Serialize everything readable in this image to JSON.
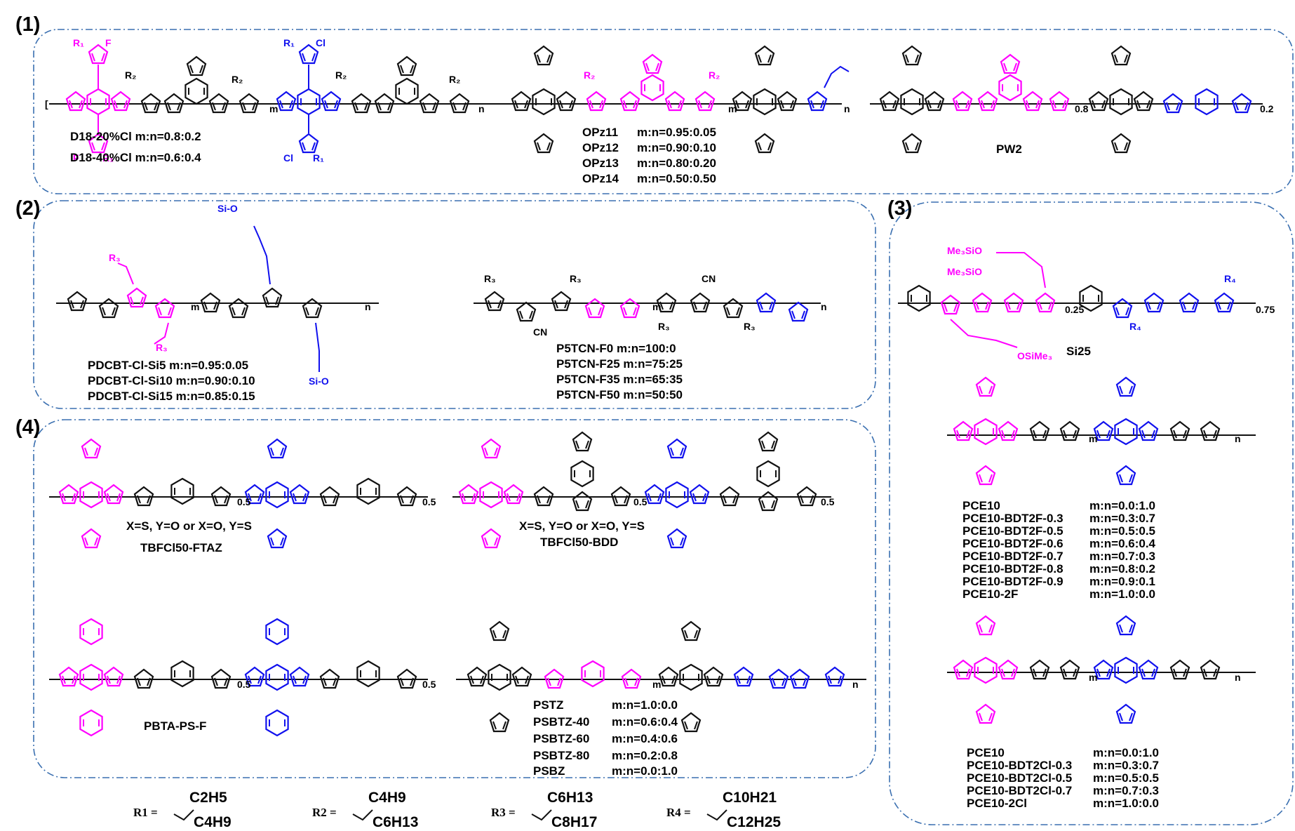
{
  "panels": {
    "p1": {
      "label": "(1)"
    },
    "p2": {
      "label": "(2)"
    },
    "p3": {
      "label": "(3)"
    },
    "p4": {
      "label": "(4)"
    }
  },
  "p1": {
    "d18": [
      "D18-20%Cl  m:n=0.8:0.2",
      "D18-40%Cl  m:n=0.6:0.4"
    ],
    "opz": [
      {
        "name": "OPz11",
        "ratio": "m:n=0.95:0.05"
      },
      {
        "name": "OPz12",
        "ratio": "m:n=0.90:0.10"
      },
      {
        "name": "OPz13",
        "ratio": "m:n=0.80:0.20"
      },
      {
        "name": "OPz14",
        "ratio": "m:n=0.50:0.50"
      }
    ],
    "pw2": "PW2",
    "pw2_sub1": "0.8",
    "pw2_sub2": "0.2"
  },
  "p2": {
    "pdcbt": [
      "PDCBT-Cl-Si5  m:n=0.95:0.05",
      "PDCBT-Cl-Si10 m:n=0.90:0.10",
      "PDCBT-Cl-Si15 m:n=0.85:0.15"
    ],
    "p5tcn": [
      "P5TCN-F0   m:n=100:0",
      "P5TCN-F25  m:n=75:25",
      "P5TCN-F35  m:n=65:35",
      "P5TCN-F50  m:n=50:50"
    ]
  },
  "p3": {
    "si25": "Si25",
    "sub1": "0.25",
    "sub2": "0.75",
    "bdt2f": [
      {
        "name": "PCE10",
        "ratio": "m:n=0.0:1.0"
      },
      {
        "name": "PCE10-BDT2F-0.3",
        "ratio": "m:n=0.3:0.7"
      },
      {
        "name": "PCE10-BDT2F-0.5",
        "ratio": "m:n=0.5:0.5"
      },
      {
        "name": "PCE10-BDT2F-0.6",
        "ratio": "m:n=0.6:0.4"
      },
      {
        "name": "PCE10-BDT2F-0.7",
        "ratio": "m:n=0.7:0.3"
      },
      {
        "name": "PCE10-BDT2F-0.8",
        "ratio": "m:n=0.8:0.2"
      },
      {
        "name": "PCE10-BDT2F-0.9",
        "ratio": "m:n=0.9:0.1"
      },
      {
        "name": "PCE10-2F",
        "ratio": "m:n=1.0:0.0"
      }
    ],
    "bdt2cl": [
      {
        "name": "PCE10",
        "ratio": "m:n=0.0:1.0"
      },
      {
        "name": "PCE10-BDT2Cl-0.3",
        "ratio": "m:n=0.3:0.7"
      },
      {
        "name": "PCE10-BDT2Cl-0.5",
        "ratio": "m:n=0.5:0.5"
      },
      {
        "name": "PCE10-BDT2Cl-0.7",
        "ratio": "m:n=0.7:0.3"
      },
      {
        "name": "PCE10-2Cl",
        "ratio": "m:n=1.0:0.0"
      }
    ]
  },
  "p4": {
    "xy": "X=S, Y=O  or  X=O, Y=S",
    "ftaz": "TBFCl50-FTAZ",
    "bdd": "TBFCl50-BDD",
    "pbta": "PBTA-PS-F",
    "sub": "0.5",
    "pstz": [
      {
        "name": "PSTZ",
        "ratio": "m:n=1.0:0.0"
      },
      {
        "name": "PSBTZ-40",
        "ratio": "m:n=0.6:0.4"
      },
      {
        "name": "PSBTZ-60",
        "ratio": "m:n=0.4:0.6"
      },
      {
        "name": "PSBTZ-80",
        "ratio": "m:n=0.2:0.8"
      },
      {
        "name": "PSBZ",
        "ratio": "m:n=0.0:1.0"
      }
    ]
  },
  "rgroups": [
    {
      "key": "R1 =",
      "top": "C2H5",
      "bottom": "C4H9"
    },
    {
      "key": "R2 =",
      "top": "C4H9",
      "bottom": "C6H13"
    },
    {
      "key": "R3 =",
      "top": "C6H13",
      "bottom": "C8H17"
    },
    {
      "key": "R4 =",
      "top": "C10H21",
      "bottom": "C12H25"
    }
  ],
  "colors": {
    "donor_mod": "#ff00ff",
    "acceptor_mod": "#1010ee",
    "frame": "#3a6fb0"
  }
}
